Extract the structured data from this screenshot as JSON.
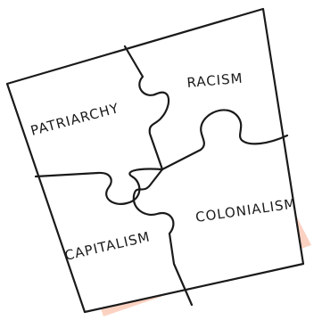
{
  "pieces": {
    "top_left": "PATRIARCHY",
    "top_right": "RACISM",
    "bottom_left": "CAPITALISM",
    "bottom_right": "COLONIALISM"
  },
  "colors": {
    "shadow": "#fbd2c2",
    "board": "#ffffff",
    "ink": "#1a1a1a"
  }
}
